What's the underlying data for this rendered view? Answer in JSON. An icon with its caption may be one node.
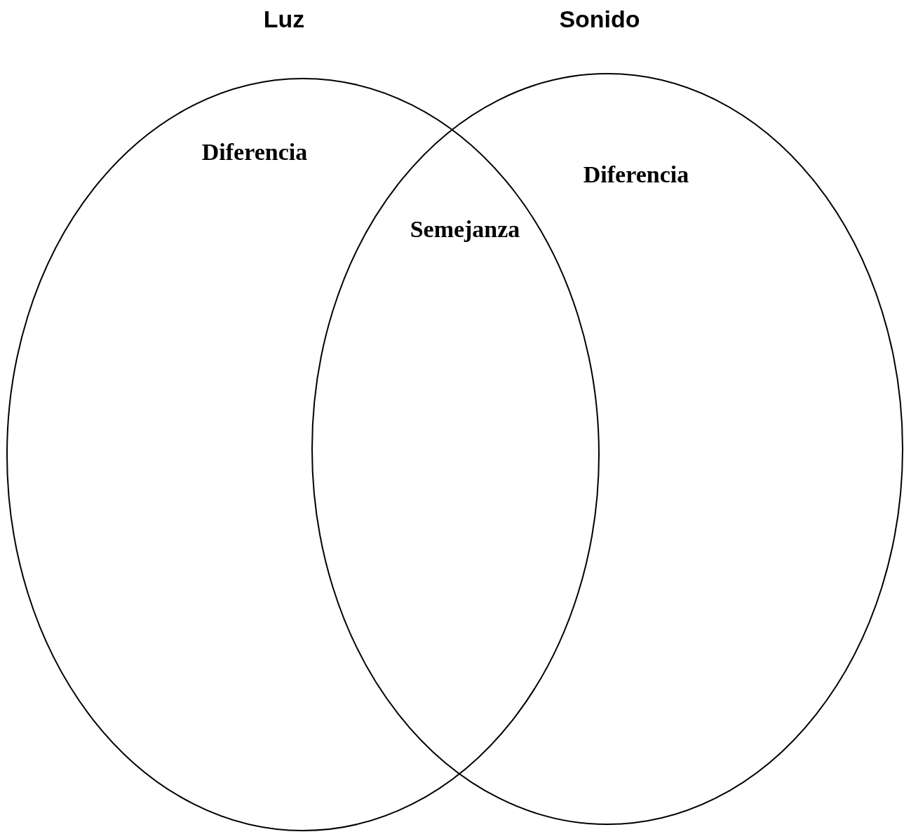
{
  "diagram": {
    "nodes": [
      {
        "text": [
          "Luz",
          "Diferencia"
        ]
      },
      {
        "text": [
          "Sonido",
          "Diferencia"
        ]
      }
    ],
    "labels": [
      "Semejanza"
    ]
  }
}
